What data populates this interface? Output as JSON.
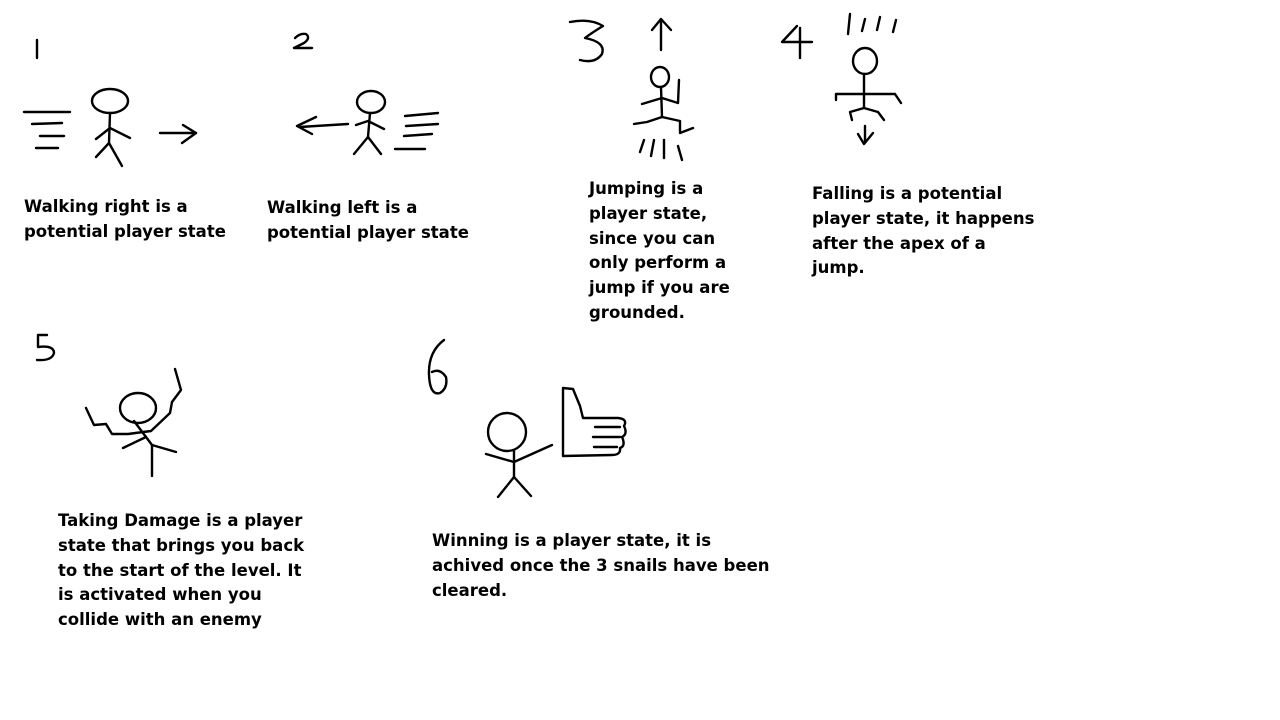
{
  "states": [
    {
      "number": "1",
      "caption": "Walking right is a\npotential player state"
    },
    {
      "number": "2",
      "caption": "Walking left is a\npotential player state"
    },
    {
      "number": "3",
      "caption": "Jumping is a\nplayer state,\nsince you can\nonly perform a\njump if you are\ngrounded."
    },
    {
      "number": "4",
      "caption": "Falling is a potential\nplayer state, it happens\nafter the apex of a\njump."
    },
    {
      "number": "5",
      "caption": "Taking Damage is a player\nstate that brings you back\nto the start of the level. It\nis activated when you\ncollide with an enemy"
    },
    {
      "number": "6",
      "caption": "Winning is a player state, it is\nachived once the 3 snails have been\ncleared."
    }
  ]
}
